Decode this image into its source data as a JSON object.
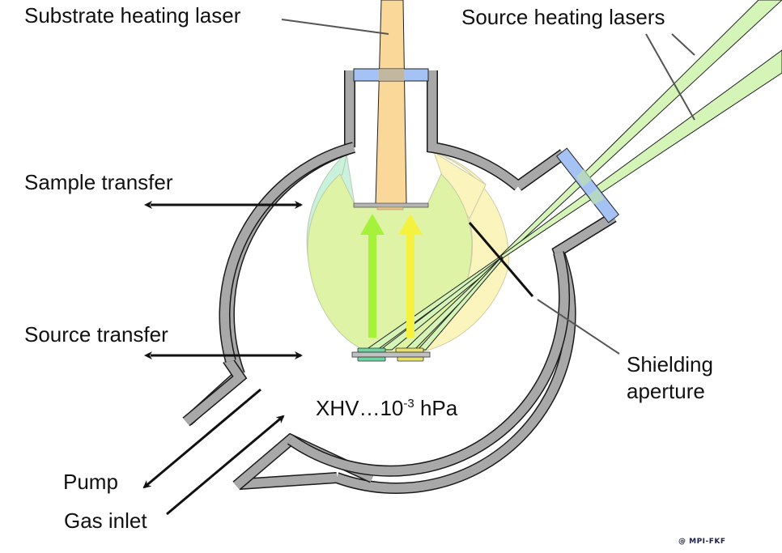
{
  "diagram": {
    "title": "Thermal laser epitaxy vacuum chamber schematic",
    "labels": {
      "substrate_heating_laser": "Substrate heating laser",
      "source_heating_lasers": "Source heating lasers",
      "sample_transfer": "Sample transfer",
      "source_transfer": "Source transfer",
      "shielding_aperture_line1": "Shielding",
      "shielding_aperture_line2": "aperture",
      "pressure_prefix": "XHV…10",
      "pressure_exponent": "-3",
      "pressure_unit": " hPa",
      "pump": "Pump",
      "gas_inlet": "Gas inlet",
      "credit": "@ MPI-FKF"
    },
    "colors": {
      "chamber_wall": "#a8a8a8",
      "window": "#a4c2f4",
      "substrate_laser": "#f9d89a",
      "source_laser": "#d5f5b8",
      "plume_green": "#c9f2dc",
      "plume_yellow": "#fbf4bd",
      "plume_overlap": "#dff3a6",
      "arrow_green": "#a6f23b",
      "arrow_yellow": "#f4f23e",
      "source_green": "#6fd3a2",
      "source_yellow": "#e7e36a",
      "text": "#111111"
    }
  }
}
